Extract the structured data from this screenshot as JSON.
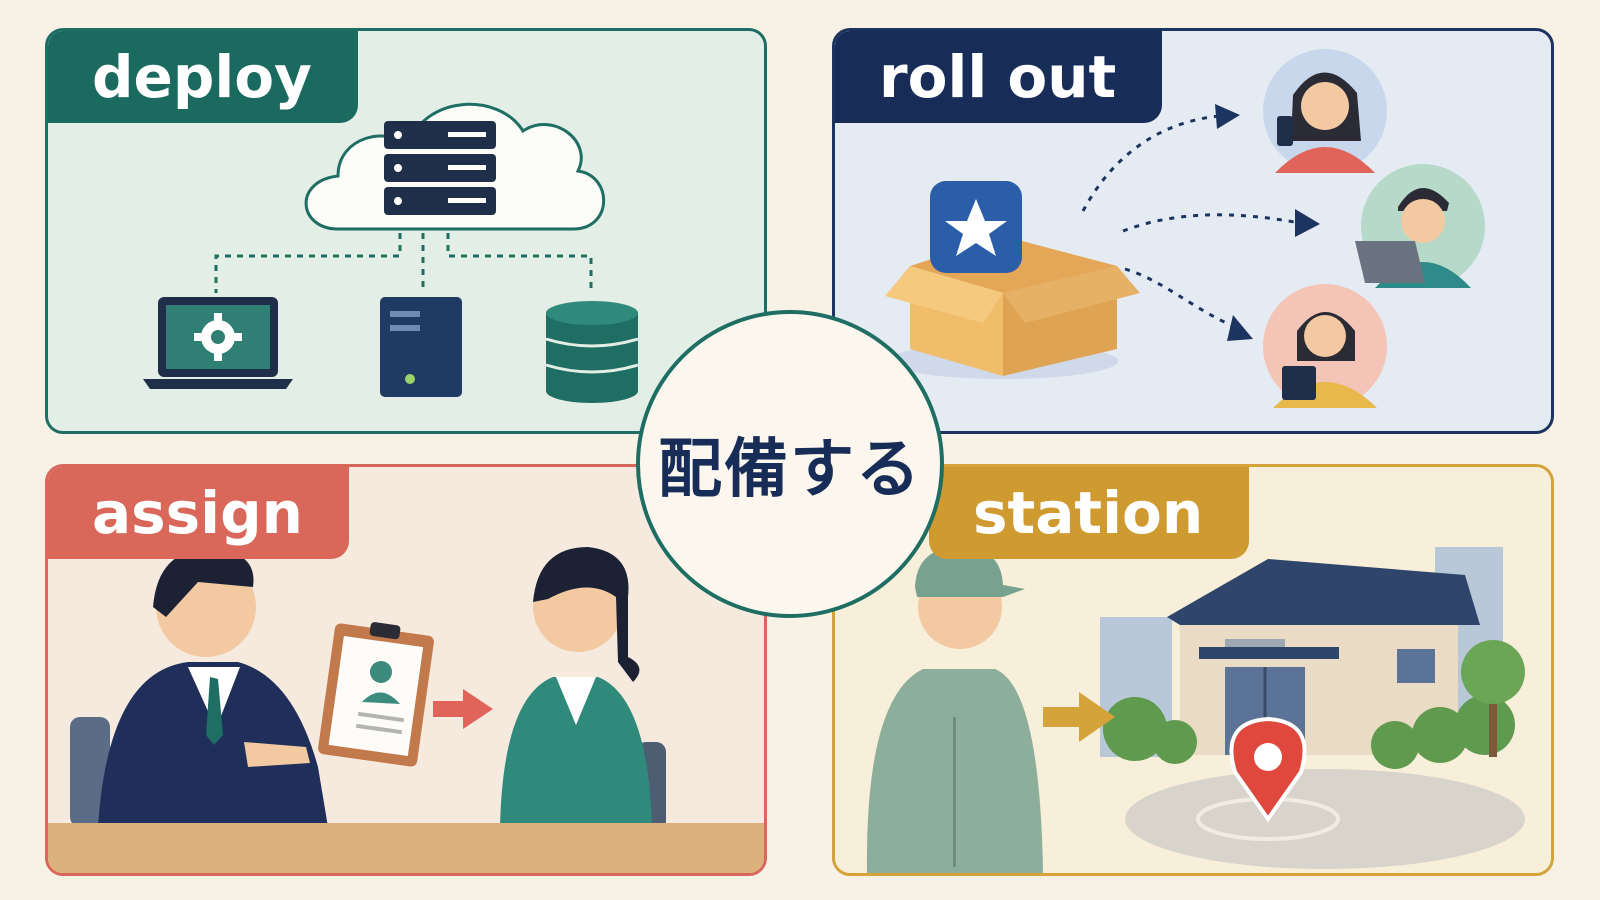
{
  "center": {
    "label": "配備する"
  },
  "panels": {
    "deploy": {
      "label": "deploy",
      "border_color": "#1f6e63",
      "tag_color": "#1b6a5f"
    },
    "rollout": {
      "label": "roll out",
      "border_color": "#1d3461",
      "tag_color": "#172c57"
    },
    "assign": {
      "label": "assign",
      "border_color": "#d9685b",
      "tag_color": "#d9685b"
    },
    "station": {
      "label": "station",
      "border_color": "#d4a33a",
      "tag_color": "#cf9a2f"
    }
  }
}
